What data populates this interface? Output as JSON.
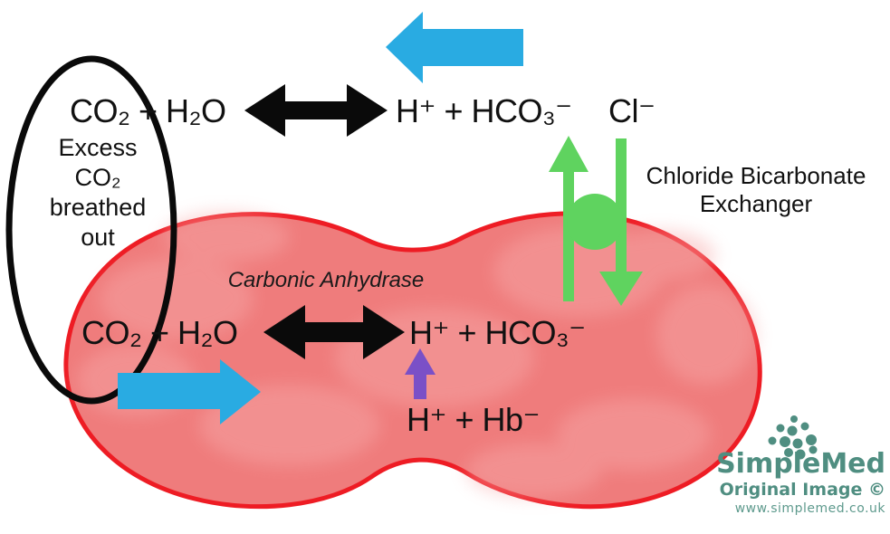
{
  "colors": {
    "background": "#ffffff",
    "arrow_blue": "#29abe2",
    "arrow_green": "#5fd35f",
    "arrow_purple": "#7a50c7",
    "arrow_black": "#0a0a0a",
    "ellipse_black": "#0a0a0a",
    "cell_outline_red": "#ee1c24",
    "cell_fill_pink": "#ef7c7c",
    "cell_blotch_pink": "#f7a9a9",
    "brand_teal": "#4f8e81",
    "url_teal": "#5e9a8d"
  },
  "capillary": {
    "reaction": {
      "left": "CO₂ + H₂O",
      "right": "H⁺ + HCO₃⁻"
    },
    "chloride_ion": "Cl⁻",
    "exchanger": {
      "line1": "Chloride Bicarbonate",
      "line2": "Exchanger"
    },
    "excess_note": {
      "line1": "Excess",
      "line2": "CO₂",
      "line3": "breathed",
      "line4": "out"
    }
  },
  "red_blood_cell": {
    "enzyme": "Carbonic Anhydrase",
    "reaction": {
      "left": "CO₂ + H₂O",
      "right": "H⁺ + HCO₃⁻"
    },
    "hemoglobin_buffer": "H⁺ + Hb⁻"
  },
  "watermark": {
    "brand": "SimpleMed",
    "caption": "Original Image ©",
    "url": "www.simplemed.co.uk"
  }
}
